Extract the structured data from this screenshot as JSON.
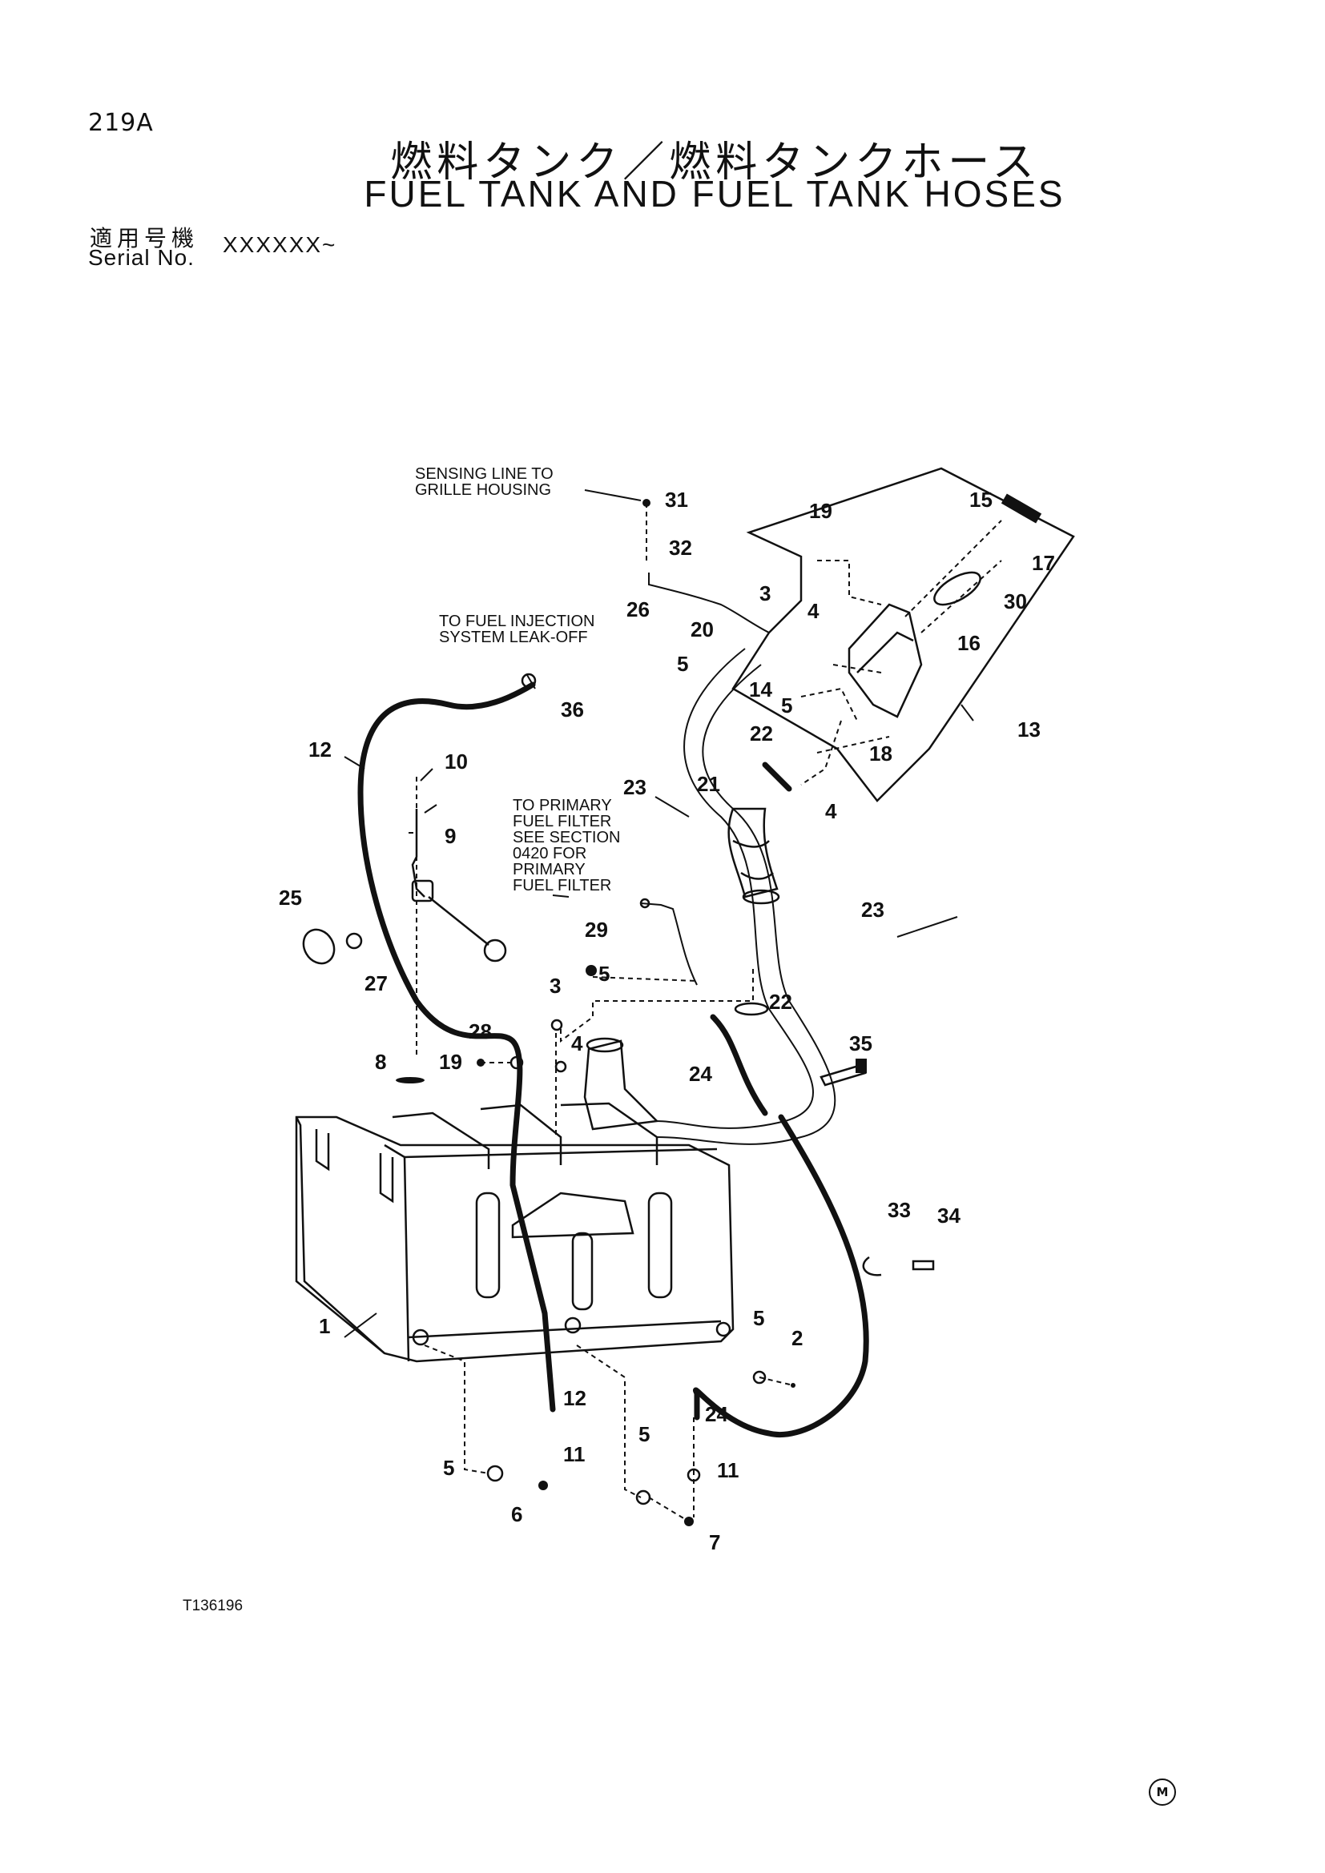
{
  "header": {
    "page_id": "219A",
    "title_jp": "燃料タンク／燃料タンクホース",
    "title_en": "FUEL TANK AND FUEL TANK HOSES",
    "serial_label_jp": "適用号機",
    "serial_label_en": "Serial No.",
    "serial_value": "XXXXXX~"
  },
  "notes": {
    "sensing_line": [
      "SENSING LINE TO",
      "GRILLE HOUSING"
    ],
    "injection": [
      "TO FUEL INJECTION",
      "SYSTEM LEAK-OFF"
    ],
    "primary_filter": [
      "TO PRIMARY",
      "FUEL FILTER",
      "SEE SECTION",
      "0420 FOR",
      "PRIMARY",
      "FUEL FILTER"
    ]
  },
  "callouts": {
    "c31": "31",
    "c32": "32",
    "c26": "26",
    "c19a": "19",
    "c15": "15",
    "c17": "17",
    "c30": "30",
    "c16": "16",
    "c13": "13",
    "c3a": "3",
    "c4a": "4",
    "c20": "20",
    "c5a": "5",
    "c14": "14",
    "c5b": "5",
    "c18": "18",
    "c22a": "22",
    "c21": "21",
    "c4b": "4",
    "c23a": "23",
    "c23b": "23",
    "c36": "36",
    "c12a": "12",
    "c10": "10",
    "c9": "9",
    "c25": "25",
    "c27": "27",
    "c29": "29",
    "c22b": "22",
    "c3b": "3",
    "c5c": "5",
    "c4c": "4",
    "c28": "28",
    "c19b": "19",
    "c8": "8",
    "c24a": "24",
    "c35": "35",
    "c33": "33",
    "c34": "34",
    "c1": "1",
    "c5d": "5",
    "c2": "2",
    "c24b": "24",
    "c12b": "12",
    "c5e": "5",
    "c5f": "5",
    "c11a": "11",
    "c11b": "11",
    "c6": "6",
    "c7": "7"
  },
  "footer": {
    "drawing_id": "T136196",
    "mark": "M"
  }
}
